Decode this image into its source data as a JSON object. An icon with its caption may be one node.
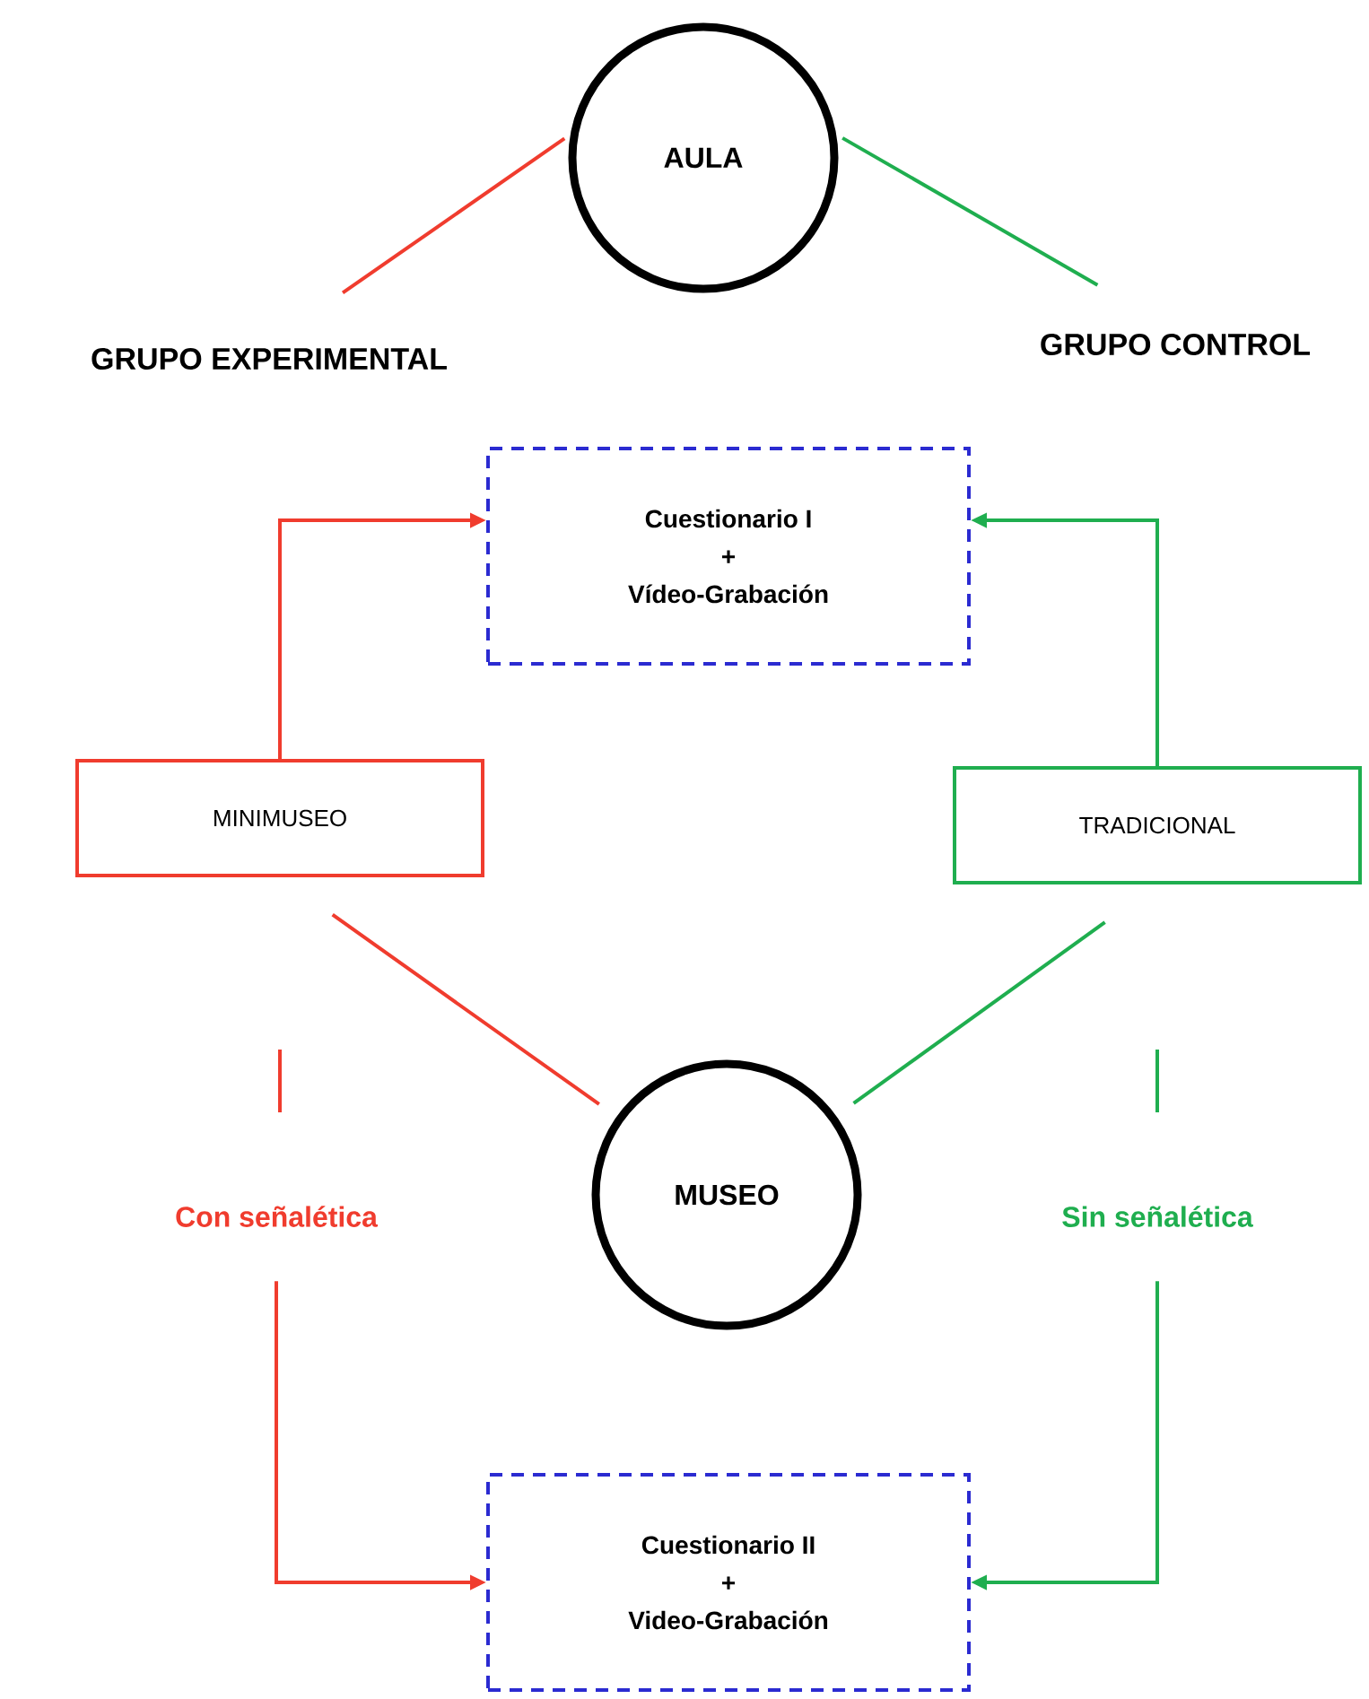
{
  "diagram": {
    "nodes": [
      {
        "text": [
          "AULA"
        ]
      },
      {
        "text": [
          "GRUPO EXPERIMENTAL"
        ]
      },
      {
        "text": [
          "GRUPO CONTROL"
        ]
      },
      {
        "text": [
          "Cuestionario I",
          "+",
          "Vídeo-Grabación"
        ]
      },
      {
        "text": [
          "MINIMUSEO"
        ]
      },
      {
        "text": [
          "TRADICIONAL"
        ]
      },
      {
        "text": [
          "MUSEO"
        ]
      },
      {
        "text": [
          "Con señalética"
        ]
      },
      {
        "text": [
          "Sin señalética"
        ]
      },
      {
        "text": [
          "Cuestionario II",
          "+",
          "Video-Grabación"
        ]
      }
    ],
    "edges": [
      {
        "from": 0,
        "to": 1,
        "arrow": "none",
        "color": "#f03c2e"
      },
      {
        "from": 0,
        "to": 2,
        "arrow": "none",
        "color": "#1fae4f"
      },
      {
        "from": 4,
        "to": 3,
        "arrow": "to",
        "color": "#f03c2e"
      },
      {
        "from": 5,
        "to": 3,
        "arrow": "to",
        "color": "#1fae4f"
      },
      {
        "from": 4,
        "to": 6,
        "arrow": "none",
        "color": "#f03c2e"
      },
      {
        "from": 5,
        "to": 6,
        "arrow": "none",
        "color": "#1fae4f"
      },
      {
        "from": 7,
        "to": 9,
        "arrow": "to",
        "color": "#f03c2e"
      },
      {
        "from": 8,
        "to": 9,
        "arrow": "to",
        "color": "#1fae4f"
      }
    ]
  }
}
